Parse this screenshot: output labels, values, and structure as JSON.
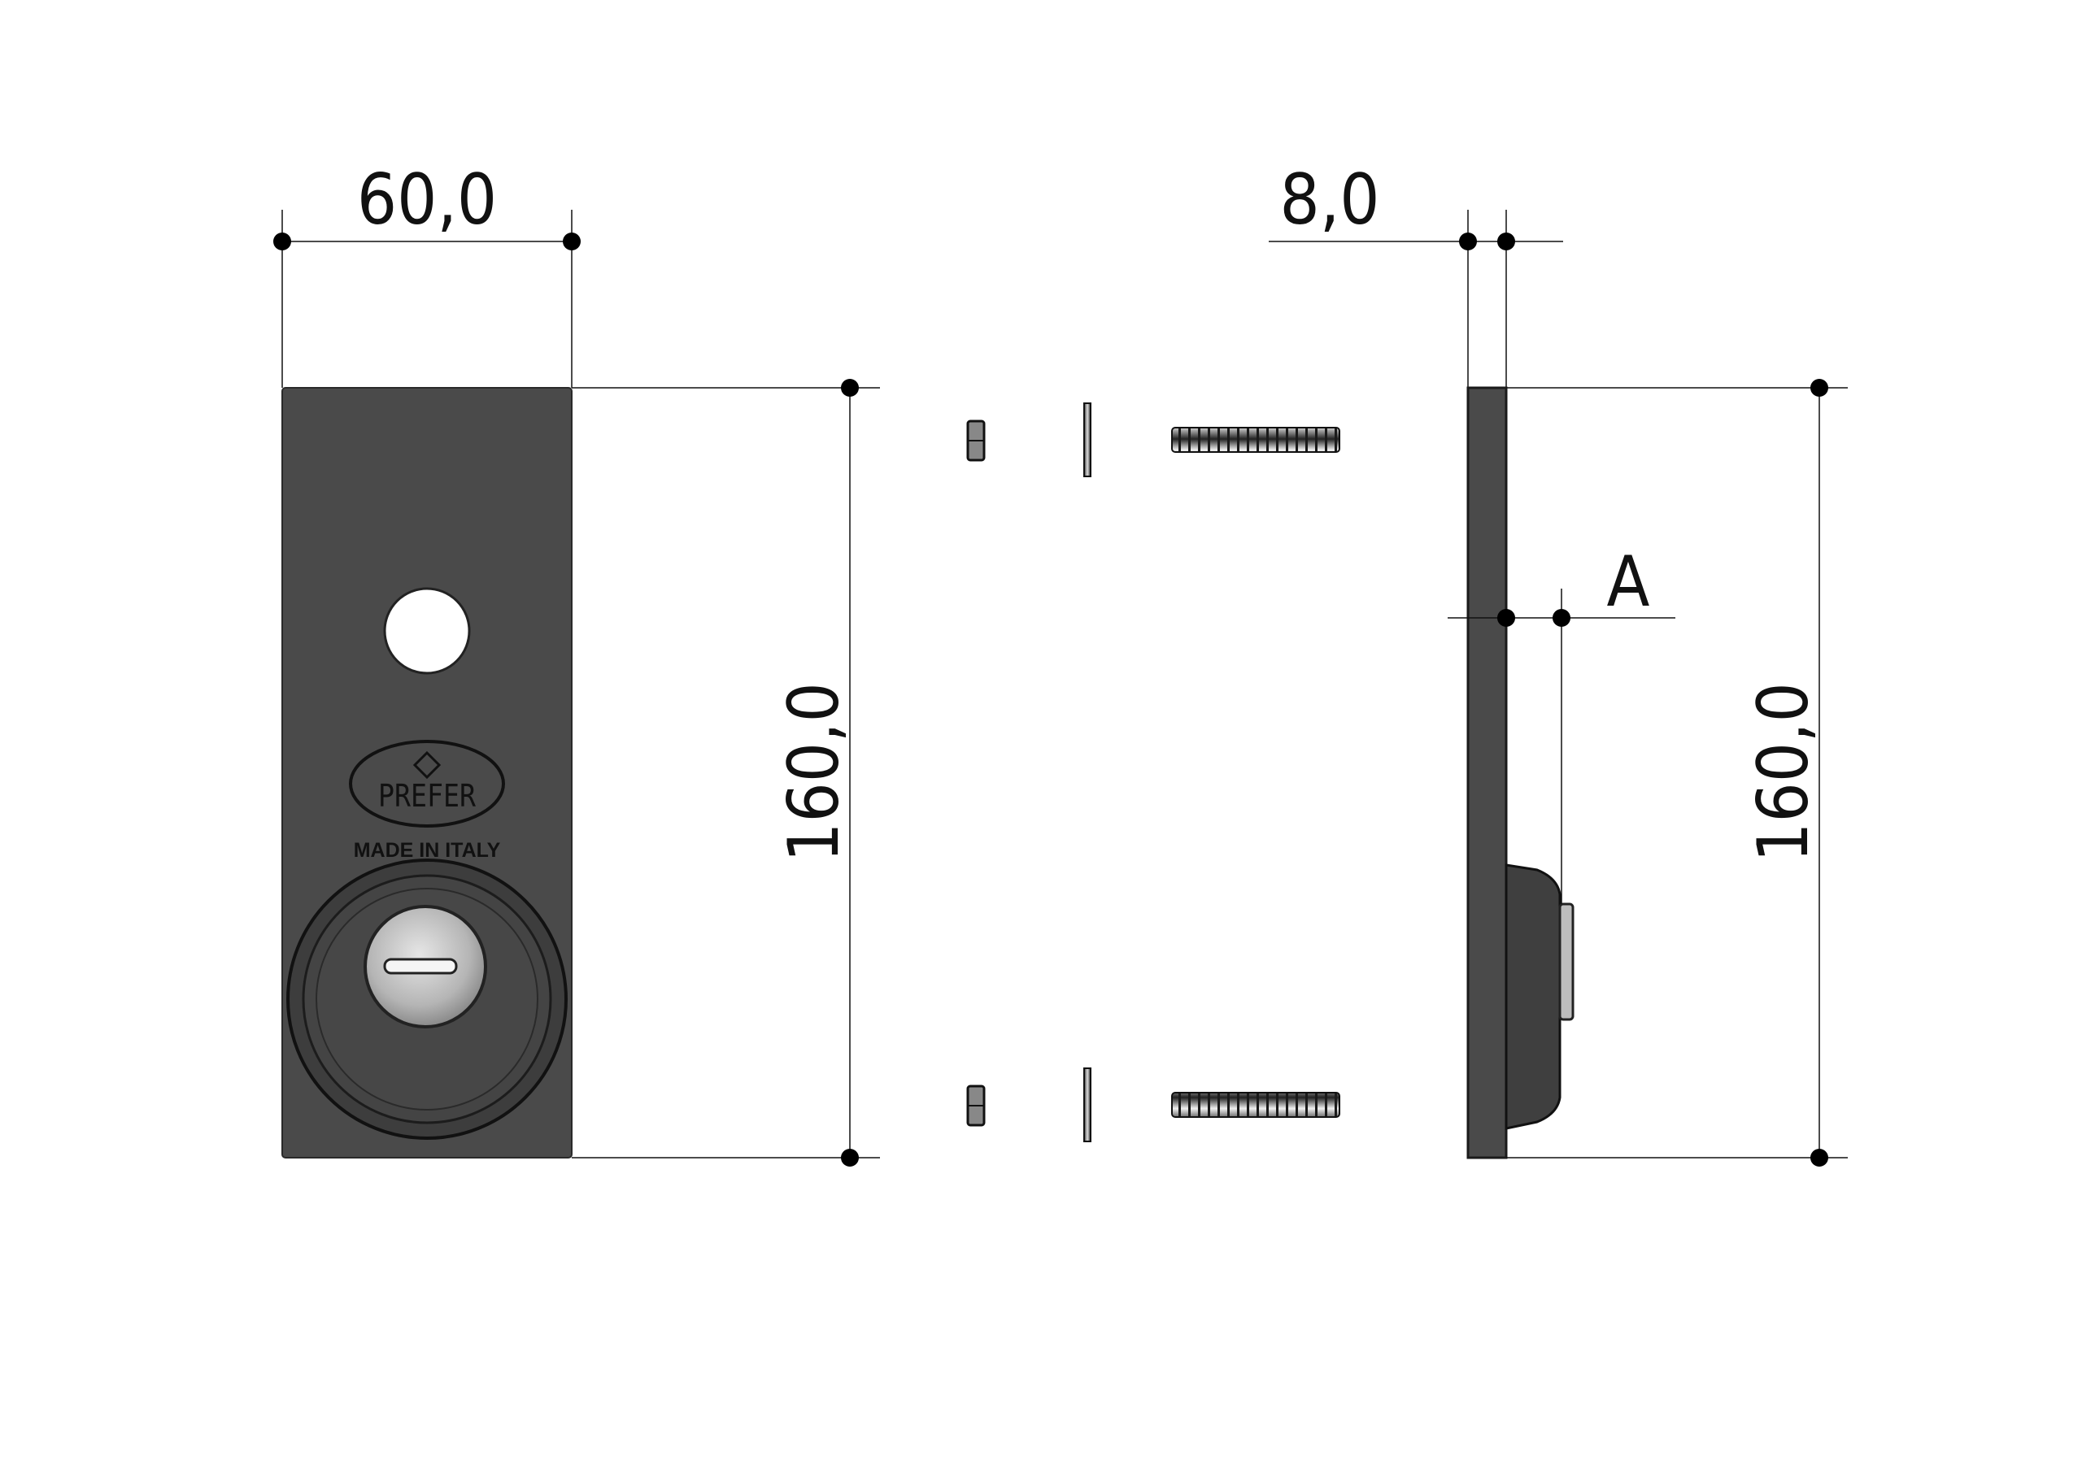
{
  "dimensions": {
    "width": "60,0",
    "height_front": "160,0",
    "thickness": "8,0",
    "height_side": "160,0",
    "projection": "A"
  },
  "plate": {
    "brand": "PREFER",
    "marking": "MADE IN ITALY"
  },
  "colors": {
    "plate": "#4a4a4a",
    "plate_edge": "#2a2a2a",
    "rosette": "#3d3d3d",
    "cylinder": "#bdbdbd",
    "lines": "#111111"
  }
}
